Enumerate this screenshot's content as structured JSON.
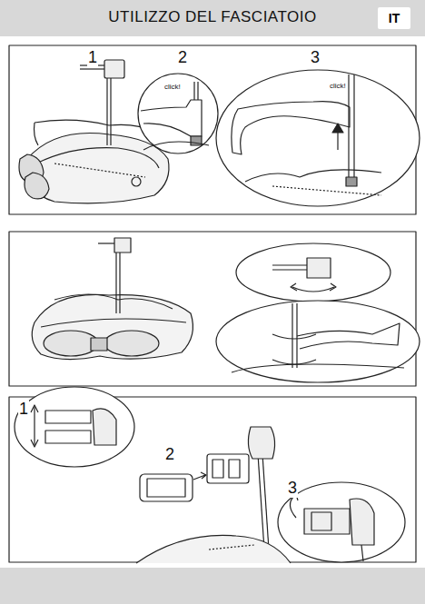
{
  "diagram": {
    "title": "UTILIZZO DEL FASCIATOIO",
    "nodes": [
      {
        "text": [
          "IT"
        ]
      }
    ],
    "labels": [
      "1",
      "2",
      "3",
      "click!",
      "click!",
      "1",
      "2",
      "3"
    ]
  }
}
